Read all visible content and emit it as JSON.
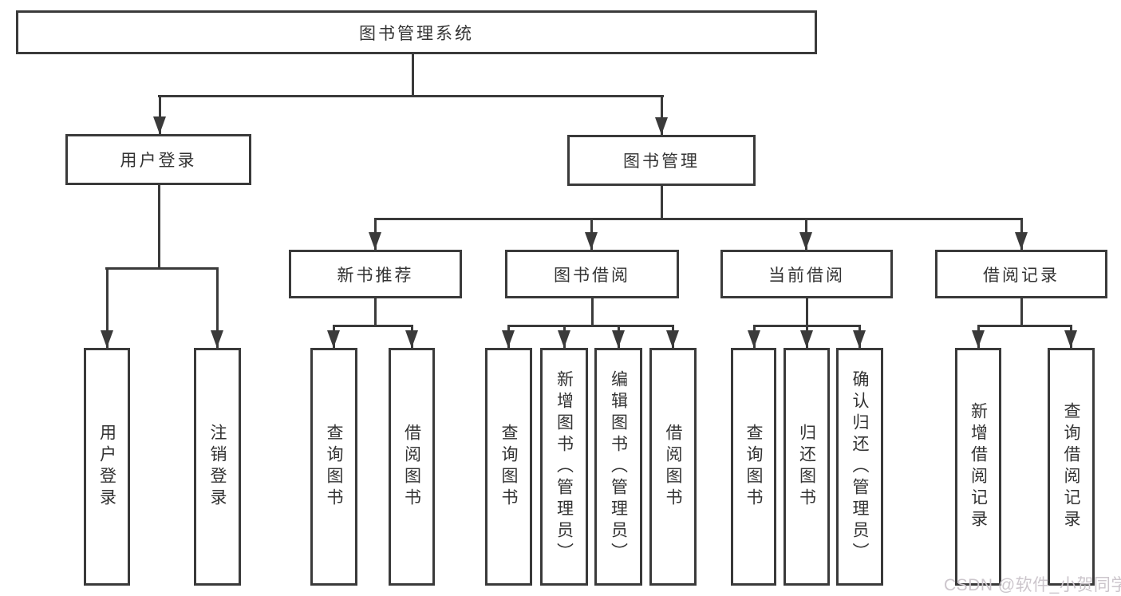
{
  "diagram": {
    "root": {
      "label": "图书管理系统"
    },
    "level2": [
      {
        "label": "用户登录"
      },
      {
        "label": "图书管理"
      }
    ],
    "level3": [
      {
        "label": "新书推荐"
      },
      {
        "label": "图书借阅"
      },
      {
        "label": "当前借阅"
      },
      {
        "label": "借阅记录"
      }
    ],
    "leaves": [
      {
        "label": "用户登录"
      },
      {
        "label": "注销登录"
      },
      {
        "label": "查询图书"
      },
      {
        "label": "借阅图书"
      },
      {
        "label": "查询图书"
      },
      {
        "label": "新增图书（管理员）"
      },
      {
        "label": "编辑图书（管理员）"
      },
      {
        "label": "借阅图书"
      },
      {
        "label": "查询图书"
      },
      {
        "label": "归还图书"
      },
      {
        "label": "确认归还（管理员）"
      },
      {
        "label": "新增借阅记录"
      },
      {
        "label": "查询借阅记录"
      }
    ],
    "watermark": "CSDN @软件_小贺同学",
    "colors": {
      "line": "#3a3a3a",
      "text": "#333333",
      "box_background": "#ffffff",
      "page_background": "#ffffff",
      "watermark": "#ccc6cc"
    }
  }
}
